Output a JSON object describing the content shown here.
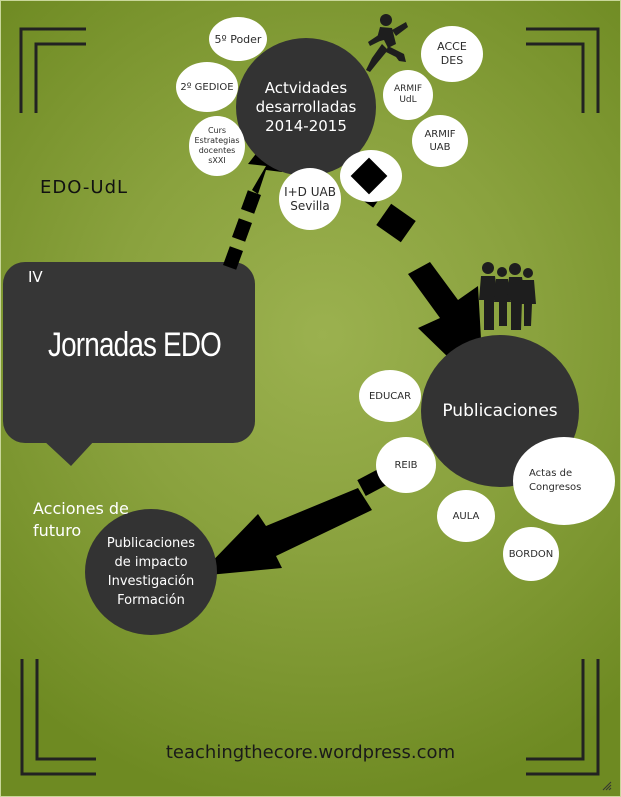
{
  "side_label": "EDO-UdL",
  "bubble": {
    "edition": "IV",
    "title": "Jornadas EDO"
  },
  "nodes": {
    "actividades": "Actvidades desarrolladas 2014-2015",
    "publicaciones": "Publicaciones",
    "futuro": "Publicaciones de impacto Investigación Formación"
  },
  "satellites": {
    "quinto_poder": "5º Poder",
    "gedioe": "2º GEDIOE",
    "curs": "Curs Estrategias docentes sXXI",
    "acces": "ACCE DES",
    "armif_udl": "ARMIF UdL",
    "armif_uab": "ARMIF UAB",
    "imd": "I+D UAB Sevilla",
    "educar": "EDUCAR",
    "reib": "REIB",
    "actas": "Actas de Congresos",
    "aula": "AULA",
    "bordon": "BORDON"
  },
  "future_label": "Acciones de futuro",
  "footer": "teachingthecore.wordpress.com",
  "colors": {
    "dark_node": "#333333",
    "satellite": "#ffffff",
    "arrow": "#000000",
    "label_text": "#ffffff",
    "footer_text": "#1a1a1a",
    "background": "#8aa23e"
  },
  "icons": [
    "running-person-icon",
    "group-of-people-icon",
    "resize-grip-icon"
  ]
}
